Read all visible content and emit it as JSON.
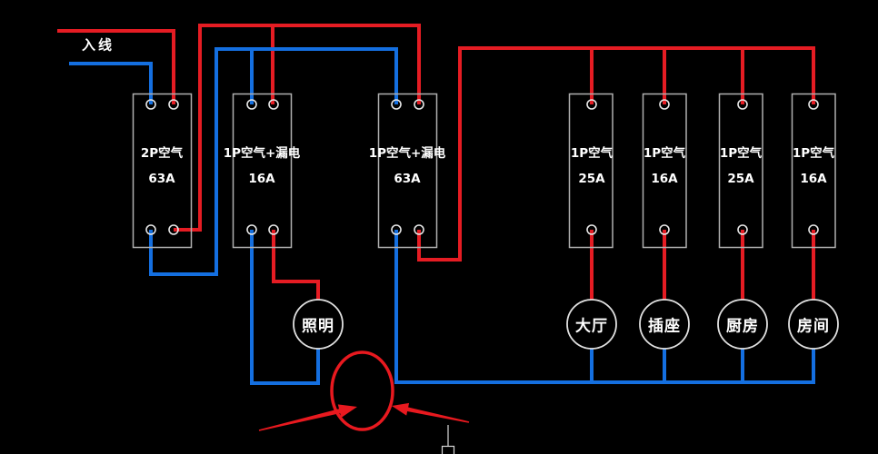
{
  "colors": {
    "background": "#000000",
    "wire_live": "#e51c23",
    "wire_neutral": "#146fe0",
    "box_outline": "#b0b0b0",
    "terminal_outline": "#e6e6e6",
    "circle_outline": "#e0e0e0",
    "annotation": "#e8191f",
    "cursor": "#d8d8d8",
    "text": "#ffffff"
  },
  "incoming": {
    "label": "入线"
  },
  "breakers": [
    {
      "line1": "2P空气",
      "line2": "63A"
    },
    {
      "line1": "1P空气+漏电",
      "line2": "16A"
    },
    {
      "line1": "1P空气+漏电",
      "line2": "63A"
    },
    {
      "line1": "1P空气",
      "line2": "25A"
    },
    {
      "line1": "1P空气",
      "line2": "16A"
    },
    {
      "line1": "1P空气",
      "line2": "25A"
    },
    {
      "line1": "1P空气",
      "line2": "16A"
    }
  ],
  "loads": [
    {
      "label": "照明"
    },
    {
      "label": "大厅"
    },
    {
      "label": "插座"
    },
    {
      "label": "厨房"
    },
    {
      "label": "房间"
    }
  ]
}
